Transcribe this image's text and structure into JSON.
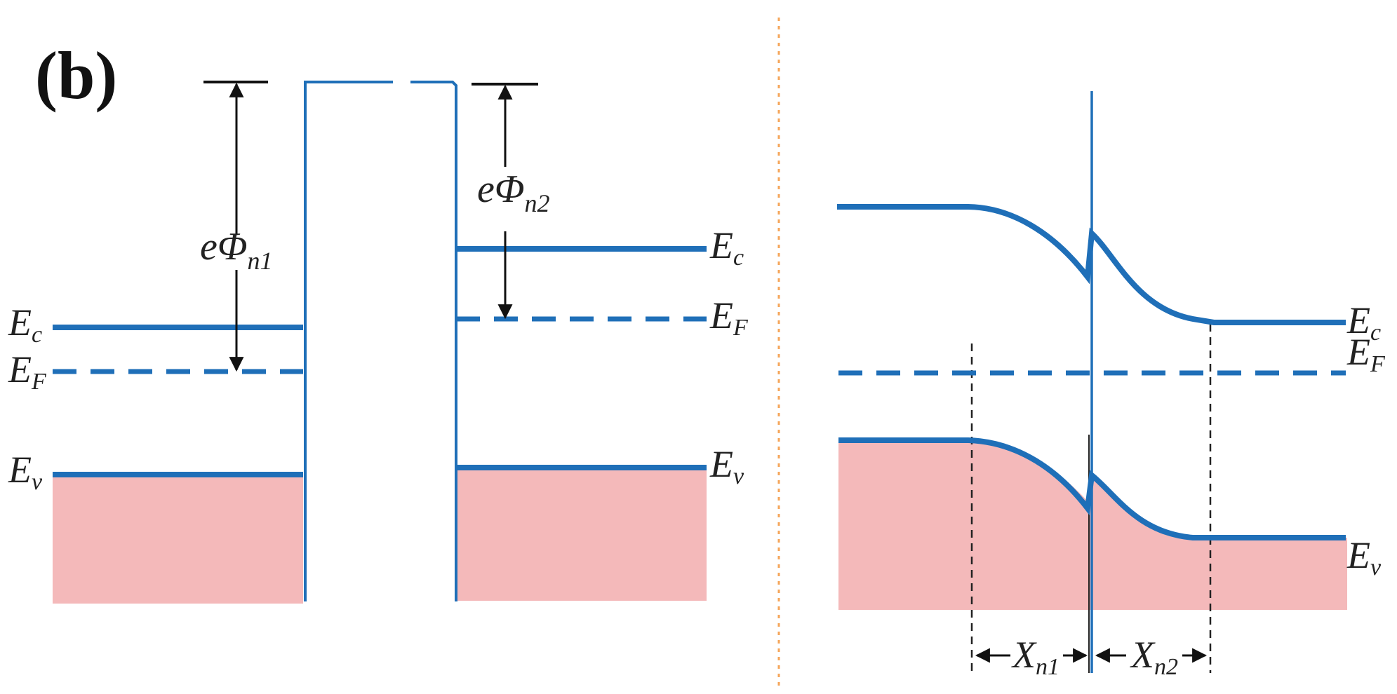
{
  "panel_label": "(b)",
  "colors": {
    "band": "#1f6fb8",
    "fill": "#f4b9ba",
    "divider": "#f5a55a",
    "annotation": "#111111"
  },
  "left_diagram": {
    "ec_label": "E",
    "ec_sub": "c",
    "ef_label": "E",
    "ef_sub": "F",
    "ev_label": "E",
    "ev_sub": "v",
    "barrier1": {
      "prefix": "eΦ",
      "sub": "n1"
    },
    "barrier2": {
      "prefix": "eΦ",
      "sub": "n2"
    }
  },
  "right_diagram": {
    "ec_label": "E",
    "ec_sub": "c",
    "ef_label": "E",
    "ef_sub": "F",
    "ev_label": "E",
    "ev_sub": "v",
    "depletion1": {
      "prefix": "X",
      "sub": "n1"
    },
    "depletion2": {
      "prefix": "X",
      "sub": "n2"
    }
  }
}
